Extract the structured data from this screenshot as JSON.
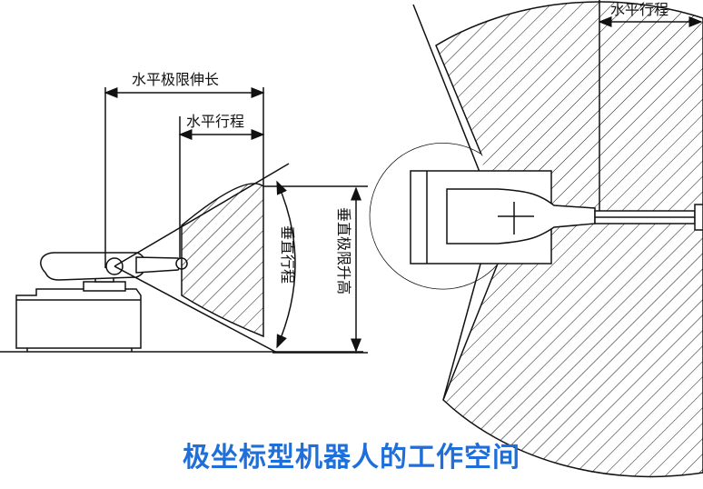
{
  "left_view": {
    "horizontal_max_reach": "水平极限伸长",
    "horizontal_stroke": "水平行程",
    "vertical_stroke": "垂直行程",
    "vertical_max_lift": "垂直极限升高"
  },
  "right_view": {
    "horizontal_stroke": "水平行程"
  },
  "caption": "极坐标型机器人的工作空间",
  "colors": {
    "caption": "#1e6fd9",
    "line": "#111111"
  }
}
